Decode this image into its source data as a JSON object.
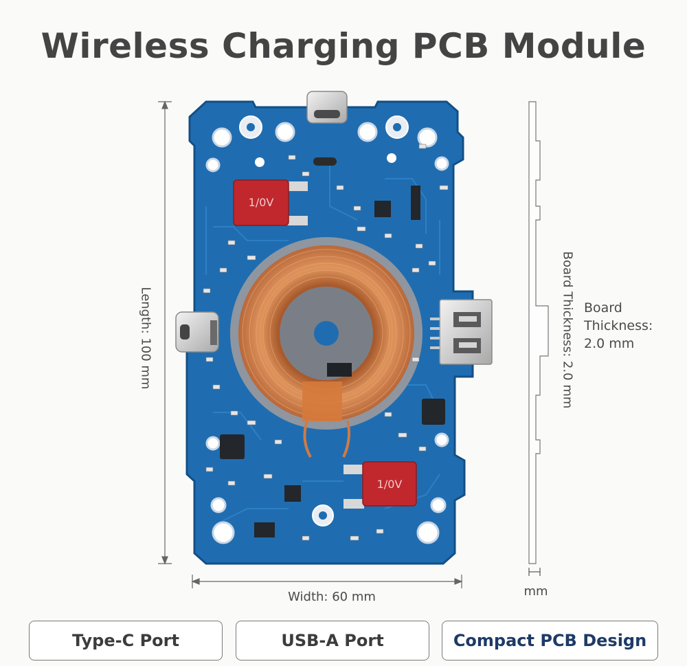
{
  "title": "Wireless Charging PCB Module",
  "dimensions": {
    "length": "Length: 100 mm",
    "width": "Width: 60 mm",
    "thickness_vertical": "Board Thickness: 2.0 mm",
    "thickness_heading": "Board",
    "thickness_line2": "Thickness:",
    "thickness_value": "2.0 mm",
    "unit": "mm"
  },
  "features": [
    {
      "label": "Type-C Port"
    },
    {
      "label": "USB-A Port"
    },
    {
      "label": "Compact PCB Design"
    }
  ],
  "capacitor_marking": "1/0V",
  "colors": {
    "board": "#1f6db0",
    "board_dark": "#134e86",
    "coil": "#c8763f",
    "capacitor": "#c0282d",
    "title": "#444444",
    "accent_text": "#1e3a66"
  }
}
